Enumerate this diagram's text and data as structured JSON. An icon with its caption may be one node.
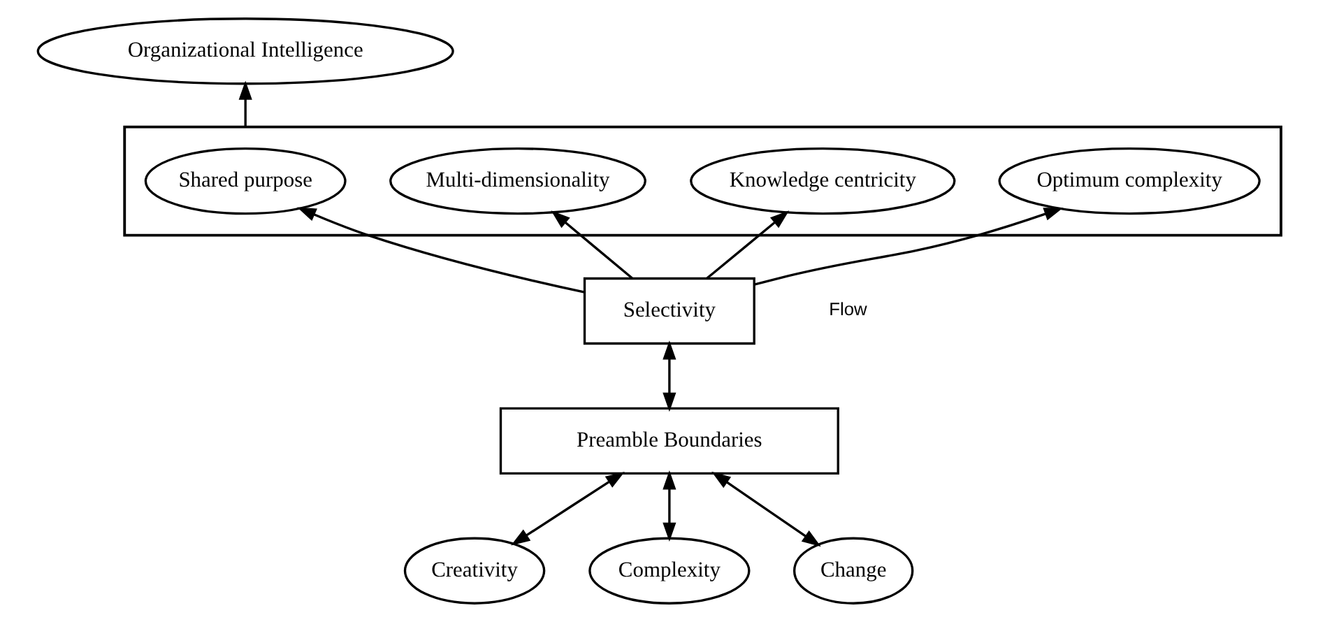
{
  "diagram": {
    "nodes": [
      {
        "text": [
          "Organizational Intelligence"
        ]
      },
      {
        "text": [],
        "shape": "box"
      },
      {
        "text": [
          "Shared purpose"
        ],
        "in": 1
      },
      {
        "text": [
          "Multi-dimensionality"
        ],
        "in": 1
      },
      {
        "text": [
          "Knowledge centricity"
        ],
        "in": 1
      },
      {
        "text": [
          "Optimum complexity"
        ],
        "in": 1
      },
      {
        "text": [
          "Selectivity"
        ]
      },
      {
        "text": [
          "Preamble Boundaries"
        ]
      },
      {
        "text": [
          "Creativity"
        ]
      },
      {
        "text": [
          "Complexity"
        ]
      },
      {
        "text": [
          "Change"
        ]
      }
    ],
    "edges": [
      {
        "from": 1,
        "to": 0,
        "arrow": "to"
      },
      {
        "from": 6,
        "to": 2,
        "arrow": "to"
      },
      {
        "from": 6,
        "to": 3,
        "arrow": "to"
      },
      {
        "from": 6,
        "to": 4,
        "arrow": "to"
      },
      {
        "from": 6,
        "to": 5,
        "arrow": "to"
      },
      {
        "from": 6,
        "to": 7,
        "arrow": "both"
      },
      {
        "from": 8,
        "to": 7,
        "arrow": "both"
      },
      {
        "from": 9,
        "to": 7,
        "arrow": "both"
      },
      {
        "from": 10,
        "to": 7,
        "arrow": "both"
      }
    ],
    "labels": [
      "Flow"
    ]
  }
}
